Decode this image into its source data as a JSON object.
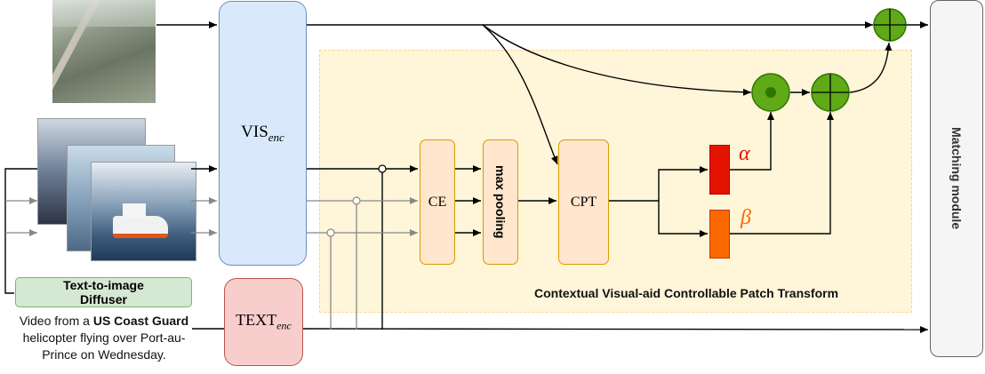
{
  "encoders": {
    "vis_base": "VIS",
    "vis_sub": "enc",
    "text_base": "TEXT",
    "text_sub": "enc"
  },
  "modules": {
    "ce": "CE",
    "max_pooling": "max pooling",
    "cpt": "CPT",
    "matching": "Matching module"
  },
  "region_title": "Contextual Visual-aid Controllable Patch Transform",
  "diffuser": {
    "line1": "Text-to-image",
    "line2": "Diffuser"
  },
  "caption": {
    "prefix": "Video from a ",
    "emphasis": "US Coast Guard",
    "line2": "helicopter flying over Port-au-",
    "line3": "Prince on Wednesday."
  },
  "params": {
    "alpha": "α",
    "beta": "β"
  },
  "colors": {
    "vis_fill": "#dae8fc",
    "vis_stroke": "#6c8ebf",
    "text_fill": "#f8cecc",
    "text_stroke": "#b85450",
    "module_fill": "#ffe6cc",
    "module_stroke": "#d79b00",
    "region_fill": "#fff2cc",
    "region_stroke": "#f5c96b",
    "diffuser_fill": "#d5e8d4",
    "diffuser_stroke": "#82b366",
    "matching_fill": "#f5f5f5",
    "matching_stroke": "#666666",
    "alpha_red": "#e51400",
    "beta_orange": "#fa6800",
    "node_green": "#60a917",
    "node_stroke": "#2d7600"
  },
  "icons": [
    "aerial-city-image",
    "generated-image-stack",
    "circle-plus-icon",
    "circle-dot-icon"
  ]
}
